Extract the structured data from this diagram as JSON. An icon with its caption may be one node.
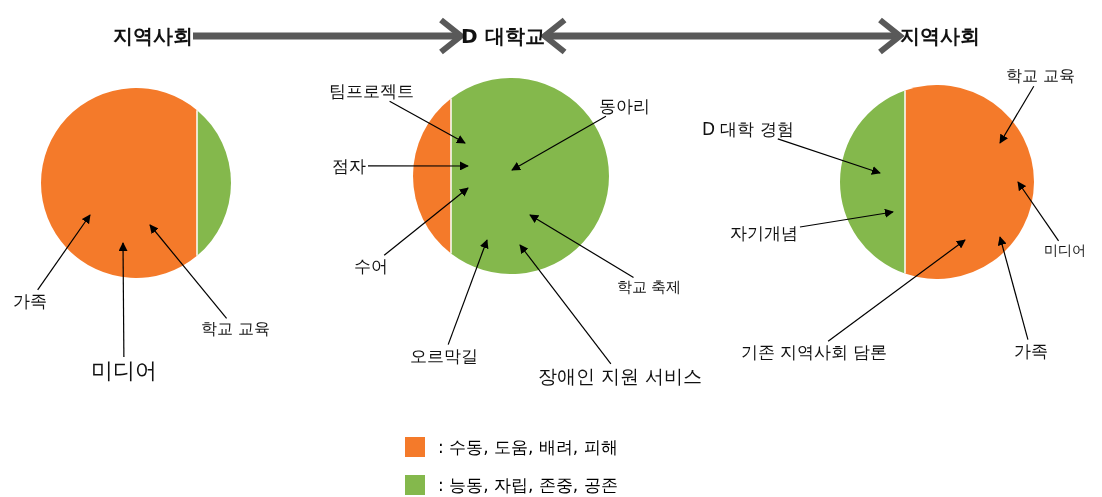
{
  "diagram": {
    "nodes": [
      {
        "text": [
          "지역사회"
        ]
      },
      {
        "text": [
          "D 대학교"
        ]
      },
      {
        "text": [
          "지역사회"
        ]
      },
      {
        "text": [],
        "shape": "circle"
      },
      {
        "text": [],
        "shape": "circle"
      },
      {
        "text": [],
        "shape": "circle"
      },
      {
        "text": [
          "가족"
        ]
      },
      {
        "text": [
          "미디어"
        ]
      },
      {
        "text": [
          "학교 교육"
        ]
      },
      {
        "text": [
          "팀프로젝트"
        ]
      },
      {
        "text": [
          "점자"
        ]
      },
      {
        "text": [
          "동아리"
        ]
      },
      {
        "text": [
          "수어"
        ]
      },
      {
        "text": [
          "학교 축제"
        ]
      },
      {
        "text": [
          "오르막길"
        ]
      },
      {
        "text": [
          "장애인 지원 서비스"
        ]
      },
      {
        "text": [
          "D 대학 경험"
        ]
      },
      {
        "text": [
          "자기개념"
        ]
      },
      {
        "text": [
          "학교 교육"
        ]
      },
      {
        "text": [
          "미디어"
        ]
      },
      {
        "text": [
          "기존 지역사회 담론"
        ]
      },
      {
        "text": [
          "가족"
        ]
      }
    ],
    "edges": [
      {
        "from": 0,
        "to": 1,
        "arrow": "to",
        "style": "thick",
        "color": "#595959"
      },
      {
        "from": 1,
        "to": 2,
        "arrow": "both",
        "style": "thick",
        "color": "#595959"
      },
      {
        "from": 6,
        "to": 3,
        "arrow": "to"
      },
      {
        "from": 7,
        "to": 3,
        "arrow": "to"
      },
      {
        "from": 8,
        "to": 3,
        "arrow": "to"
      },
      {
        "from": 9,
        "to": 4,
        "arrow": "to"
      },
      {
        "from": 10,
        "to": 4,
        "arrow": "to"
      },
      {
        "from": 11,
        "to": 4,
        "arrow": "to"
      },
      {
        "from": 12,
        "to": 4,
        "arrow": "to"
      },
      {
        "from": 13,
        "to": 4,
        "arrow": "to"
      },
      {
        "from": 14,
        "to": 4,
        "arrow": "to"
      },
      {
        "from": 15,
        "to": 4,
        "arrow": "to"
      },
      {
        "from": 16,
        "to": 5,
        "arrow": "to"
      },
      {
        "from": 17,
        "to": 5,
        "arrow": "to"
      },
      {
        "from": 18,
        "to": 5,
        "arrow": "to"
      },
      {
        "from": 19,
        "to": 5,
        "arrow": "to"
      },
      {
        "from": 20,
        "to": 5,
        "arrow": "to"
      },
      {
        "from": 21,
        "to": 5,
        "arrow": "to"
      }
    ],
    "legend": [
      {
        "text": ": 수동, 도움, 배려, 피해",
        "color": "#f47a2a"
      },
      {
        "text": ": 능동, 자립, 존중, 공존",
        "color": "#84b84c"
      }
    ]
  }
}
